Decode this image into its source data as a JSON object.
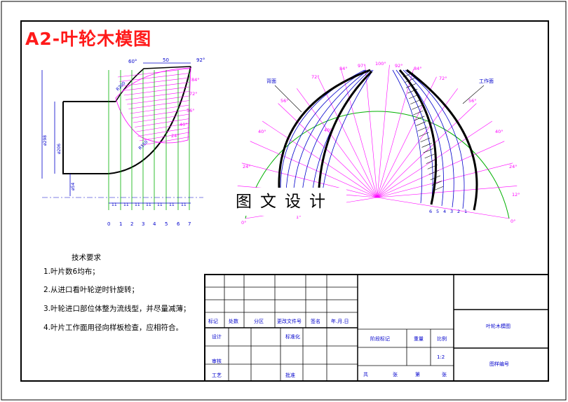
{
  "drawing": {
    "title": "A2-叶轮木模图",
    "watermark": "图文设计",
    "colors": {
      "title": "#ff1a1a",
      "hatch": "#ff00ff",
      "green": "#00b000",
      "blue": "#0000cc",
      "pink": "#ff00ff"
    }
  },
  "left_view": {
    "dims": {
      "top_width": "50",
      "top_left": "60°",
      "top_right": "92°",
      "dia_outer": "ø298",
      "dia_mid": "ø206",
      "dia_hub": "ø54",
      "radius_a": "R200",
      "radius_b": "R150"
    },
    "angle_marks": [
      "84°",
      "72°",
      "56°",
      "40°",
      "24°"
    ],
    "spacing_labels": [
      "11",
      "11",
      "11",
      "11",
      "11",
      "11",
      "11"
    ],
    "station_labels": [
      "0",
      "1",
      "2",
      "3",
      "4",
      "5",
      "6",
      "7"
    ]
  },
  "right_view": {
    "left_label": "背面",
    "right_label": "工作面",
    "angle_labels_top": [
      "84°",
      "97°",
      "100°",
      "92°",
      "84°"
    ],
    "angle_labels_left": [
      "72°",
      "56°",
      "40°",
      "24°",
      "0°"
    ],
    "angle_labels_right": [
      "72°",
      "56°",
      "40°",
      "24°",
      "12°",
      "0°"
    ],
    "inner_labels_left": [
      "40°",
      "1°"
    ],
    "bottom_numbers": [
      "6",
      "5",
      "4",
      "3",
      "2",
      "1"
    ]
  },
  "notes": {
    "heading": "技术要求",
    "items": [
      "1.叶片数6均布；",
      "2.从进口看叶轮逆时针旋转；",
      "3.叶轮进口部位体整为流线型，并尽量减薄；",
      "4.叶片工作面用径向样板检查，应相符合。"
    ]
  },
  "title_block": {
    "row_labels": [
      "标记",
      "处数",
      "分区",
      "更改文件号",
      "签名",
      "年.月.日"
    ],
    "design": "设计",
    "standard": "标准化",
    "check": "审核",
    "process": "工艺",
    "approve": "批准",
    "stage_mark": "阶段标记",
    "weight": "重量",
    "scale_label": "比例",
    "scale_value": "1:2",
    "sheets": [
      "共",
      "张",
      "第",
      "张"
    ],
    "part_name": "叶轮木模图",
    "drawing_no": "图样编号"
  }
}
